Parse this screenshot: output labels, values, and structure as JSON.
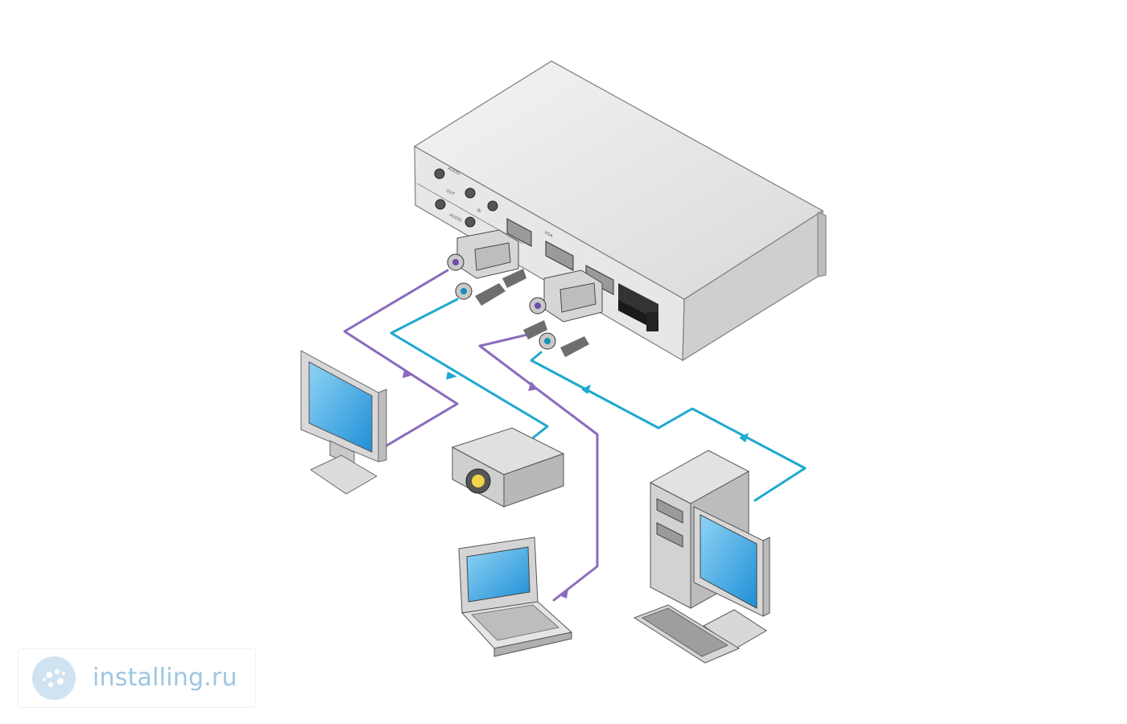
{
  "diagram": {
    "device": {
      "labels": [
        "AUDIO",
        "OUT",
        "IN",
        "AUDIO",
        "VGA"
      ]
    },
    "cables": {
      "output_color": "#8a6bbd",
      "input_color": "#1fa9cf"
    },
    "nodes": [
      "monitor",
      "projector",
      "laptop",
      "desktop-pc"
    ]
  },
  "watermark": {
    "text": "installing.ru",
    "color": "#9cc6e2"
  }
}
